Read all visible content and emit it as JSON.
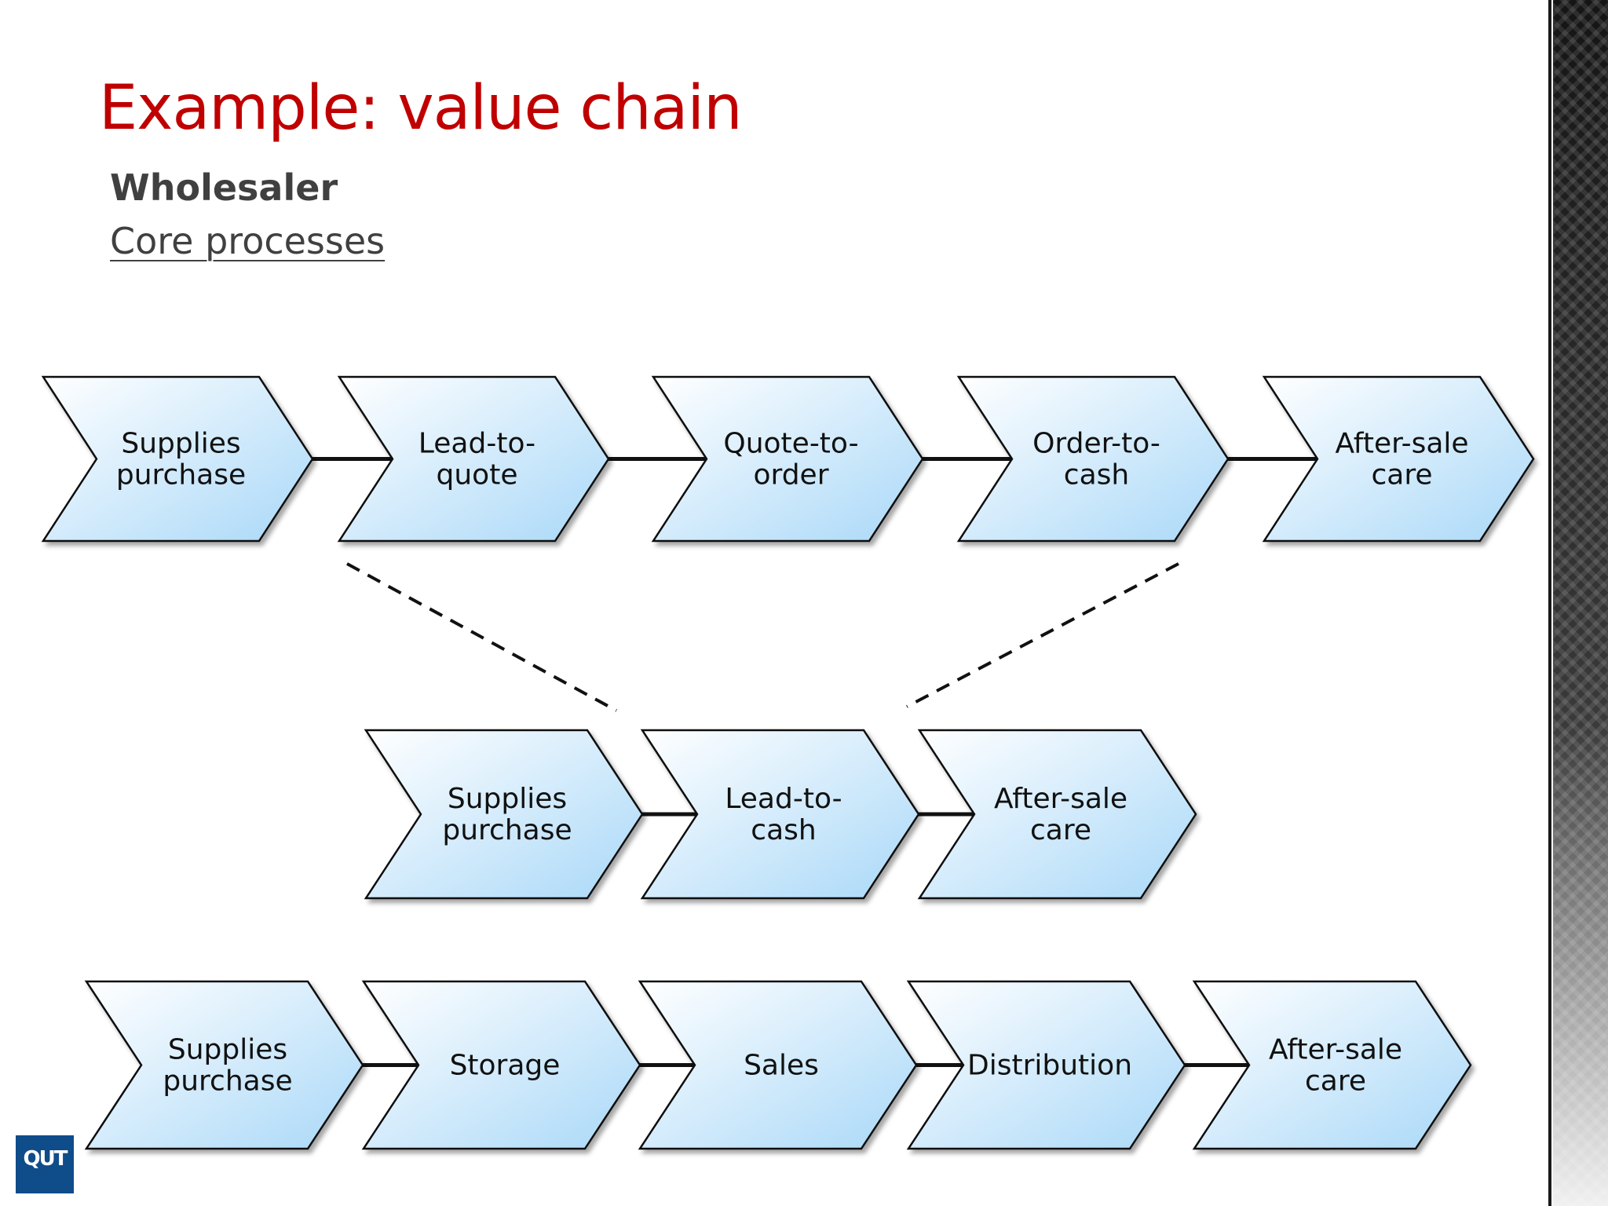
{
  "slide": {
    "title": "Example: value chain",
    "subtitle": "Wholesaler",
    "section": "Core processes",
    "logo_text": "QUT"
  },
  "colors": {
    "title": "#c00000",
    "chevron_fill_light": "#ffffff",
    "chevron_fill_dark": "#a9d8f8",
    "outline": "#111111"
  },
  "diagram": {
    "rows": [
      {
        "id": "top",
        "chevrons": [
          {
            "label": [
              "Supplies",
              "purchase"
            ]
          },
          {
            "label": [
              "Lead-to-",
              "quote"
            ]
          },
          {
            "label": [
              "Quote-to-",
              "order"
            ]
          },
          {
            "label": [
              "Order-to-",
              "cash"
            ]
          },
          {
            "label": [
              "After-sale",
              "care"
            ]
          }
        ]
      },
      {
        "id": "middle",
        "chevrons": [
          {
            "label": [
              "Supplies",
              "purchase"
            ]
          },
          {
            "label": [
              "Lead-to-",
              "cash"
            ]
          },
          {
            "label": [
              "After-sale",
              "care"
            ]
          }
        ]
      },
      {
        "id": "bottom",
        "chevrons": [
          {
            "label": [
              "Supplies",
              "purchase"
            ]
          },
          {
            "label": [
              "Storage"
            ]
          },
          {
            "label": [
              "Sales"
            ]
          },
          {
            "label": [
              "Distribution"
            ]
          },
          {
            "label": [
              "After-sale",
              "care"
            ]
          }
        ]
      }
    ],
    "zoom": {
      "from_row": "top",
      "from_chevrons": [
        1,
        3
      ],
      "to_row": "middle",
      "to_chevron": 1,
      "style": "dashed"
    }
  }
}
